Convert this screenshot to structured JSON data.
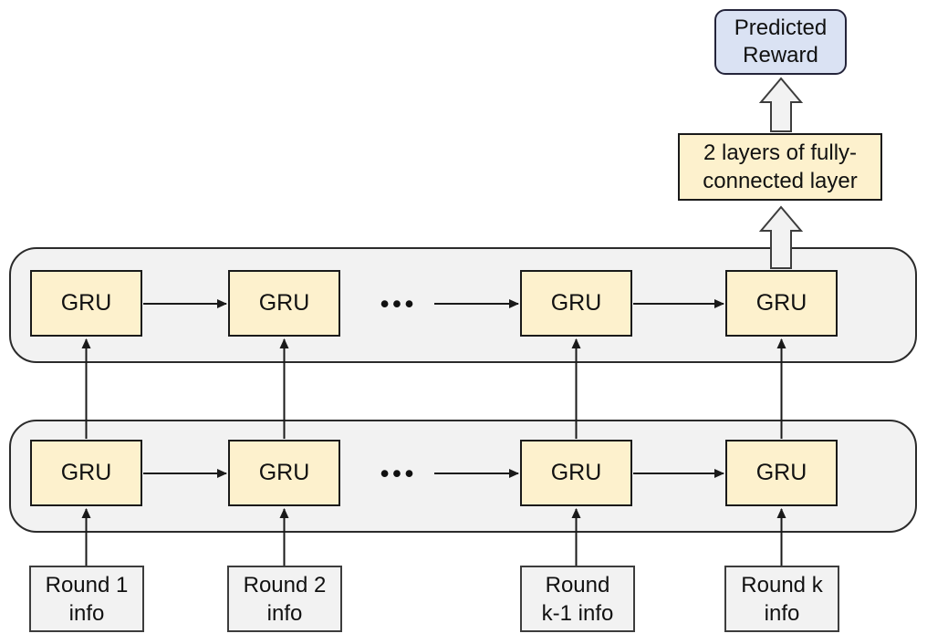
{
  "colors": {
    "background": "#ffffff",
    "box_yellow": "#fdf1cd",
    "box_blue": "#dae2f3",
    "panel_gray": "#f2f2f2",
    "input_gray": "#f2f2f2",
    "border_dark": "#1a1a1a",
    "border_panel": "#2b2b2b",
    "border_blue_box": "#24243a",
    "border_input": "#3d3d3d",
    "arrow_line": "#1a1a1a",
    "block_arrow_fill": "#f2f2f2",
    "block_arrow_stroke": "#3d3d3d",
    "text_color": "#111111"
  },
  "nodes": {
    "predicted_reward": {
      "line1": "Predicted",
      "line2": "Reward"
    },
    "fc": {
      "line1": "2 layers of fully-",
      "line2": "connected layer"
    },
    "gru_label": "GRU",
    "ellipsis": "•••"
  },
  "inputs": [
    {
      "line1": "Round 1",
      "line2": "info"
    },
    {
      "line1": "Round 2",
      "line2": "info"
    },
    {
      "line1": "Round",
      "line2": "k-1 info"
    },
    {
      "line1": "Round k",
      "line2": "info"
    }
  ]
}
